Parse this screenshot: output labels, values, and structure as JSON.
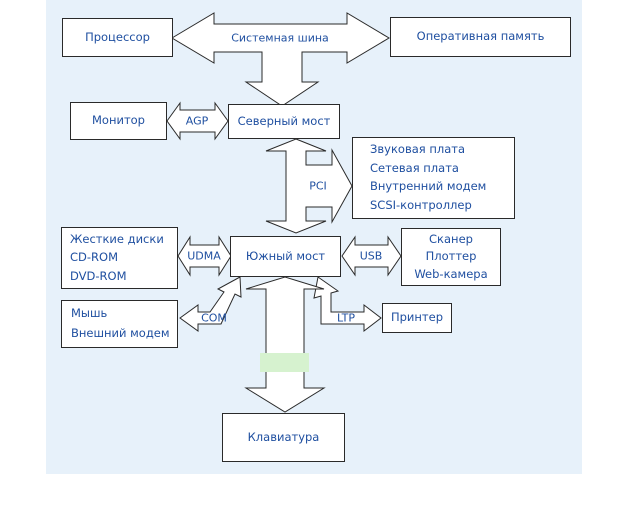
{
  "colors": {
    "background": "#e7f1fa",
    "text": "#1f4fa0",
    "border": "#2a2a2a",
    "highlight": "#d6f2cf"
  },
  "boxes": {
    "cpu": "Процессор",
    "ram": "Оперативная память",
    "monitor": "Монитор",
    "northbridge": "Северный мост",
    "southbridge": "Южный мост",
    "pci_devices": [
      "Звуковая плата",
      "Сетевая плата",
      "Внутренний модем",
      "SCSI-контроллер"
    ],
    "disks": [
      "Жесткие диски",
      "CD-ROM",
      "DVD-ROM"
    ],
    "usb_devices": [
      "Сканер",
      "Плоттер",
      "Web-камера"
    ],
    "com_devices": [
      "Мышь",
      "Внешний модем"
    ],
    "printer": "Принтер",
    "keyboard": "Клавиатура"
  },
  "buses": {
    "system_bus": "Системная шина",
    "agp": "AGP",
    "pci": "PCI",
    "udma": "UDMA",
    "usb": "USB",
    "com": "COM",
    "ltp": "LTP"
  }
}
